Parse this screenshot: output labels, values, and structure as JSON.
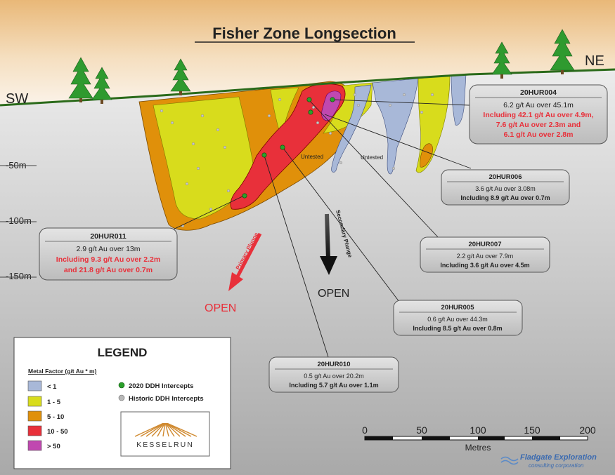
{
  "title": "Fisher Zone Longsection",
  "directions": {
    "sw": "SW",
    "ne": "NE"
  },
  "depth_labels": [
    "-50m",
    "-100m",
    "-150m"
  ],
  "untested_labels": [
    "Untested",
    "Untested"
  ],
  "plunges": {
    "primary_label": "Primary Plunge",
    "primary_open": "OPEN",
    "secondary_label": "Secondary Plunge",
    "secondary_open": "OPEN"
  },
  "callouts": {
    "hur004": {
      "id": "20HUR004",
      "line1": "6.2 g/t Au over 45.1m",
      "red1": "Including 42.1 g/t Au over 4.9m,",
      "red2": "7.6 g/t Au over 2.3m and",
      "red3": "6.1 g/t Au over 2.8m"
    },
    "hur006": {
      "id": "20HUR006",
      "line1": "3.6 g/t Au over 3.08m",
      "line2": "Including 8.9 g/t Au over 0.7m"
    },
    "hur011": {
      "id": "20HUR011",
      "line1": "2.9 g/t Au over 13m",
      "red1": "Including 9.3 g/t Au over 2.2m",
      "red2": "and 21.8 g/t Au over 0.7m"
    },
    "hur007": {
      "id": "20HUR007",
      "line1": "2.2 g/t Au over 7.9m",
      "line2": "Including 3.6 g/t Au over 4.5m"
    },
    "hur005": {
      "id": "20HUR005",
      "line1": "0.6 g/t Au over 44.3m",
      "line2": "Including 8.5 g/t Au over 0.8m"
    },
    "hur010": {
      "id": "20HUR010",
      "line1": "0.5 g/t Au over 20.2m",
      "line2": "Including 5.7 g/t Au over 1.1m"
    }
  },
  "legend": {
    "title": "LEGEND",
    "subtitle": "Metal Factor (g/t Au * m)",
    "items": [
      {
        "label": "< 1",
        "color": "#a8b8d8"
      },
      {
        "label": "1 - 5",
        "color": "#d8dc1c"
      },
      {
        "label": "5 - 10",
        "color": "#e0900a"
      },
      {
        "label": "10 - 50",
        "color": "#e8303a"
      },
      {
        "label": "> 50",
        "color": "#c048b0"
      }
    ],
    "intercepts": [
      {
        "label": "2020 DDH Intercepts",
        "color": "#2aa02a"
      },
      {
        "label": "Historic DDH Intercepts",
        "color": "#b8b8b8"
      }
    ],
    "logo_text": "KESSELRUN"
  },
  "scale_bar": {
    "ticks": [
      "0",
      "50",
      "100",
      "150",
      "200"
    ],
    "unit": "Metres"
  },
  "credit": {
    "line1": "Fladgate Exploration",
    "line2": "consulting corporation"
  }
}
